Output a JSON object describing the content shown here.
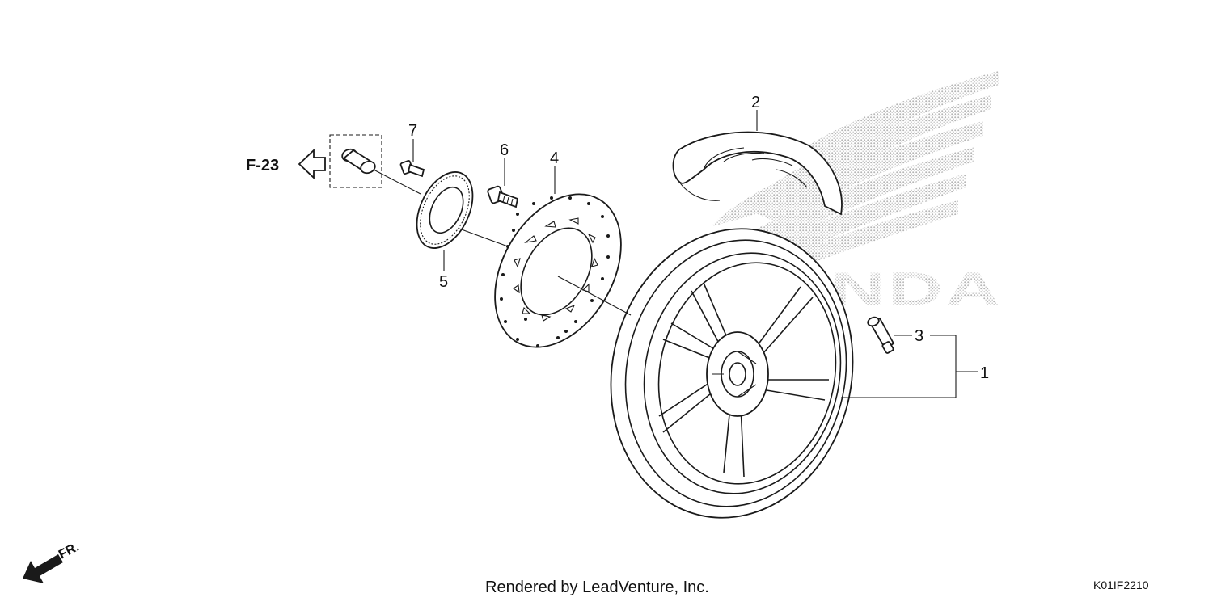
{
  "diagram": {
    "reference": {
      "label": "F-23"
    },
    "callouts": [
      {
        "id": "1",
        "label": "1"
      },
      {
        "id": "2",
        "label": "2"
      },
      {
        "id": "3",
        "label": "3"
      },
      {
        "id": "4",
        "label": "4"
      },
      {
        "id": "5",
        "label": "5"
      },
      {
        "id": "6",
        "label": "6"
      },
      {
        "id": "7",
        "label": "7"
      }
    ],
    "watermark": {
      "text": "HONDA",
      "icon": "wing-logo-icon"
    },
    "direction": {
      "label": "FR.",
      "icon": "front-direction-arrow-icon"
    },
    "footer": {
      "rendered_by": "Rendered by LeadVenture, Inc.",
      "code": "K01IF2210"
    }
  }
}
